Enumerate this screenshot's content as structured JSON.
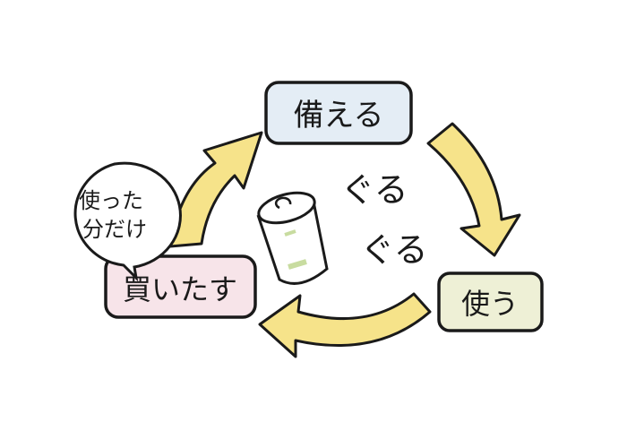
{
  "diagram": {
    "type": "cycle",
    "nodes": [
      {
        "id": "prepare",
        "label": "備える",
        "color": "#e4edf5"
      },
      {
        "id": "use",
        "label": "使う",
        "color": "#eef0d6"
      },
      {
        "id": "restock",
        "label": "買いたす",
        "color": "#f7e4e9"
      }
    ],
    "speech_bubble": {
      "line1": "使った",
      "line2": "分だけ"
    },
    "center_text": {
      "line1": "ぐる",
      "line2": "ぐる"
    },
    "arrow_color": "#f6e38a",
    "icon": "can-icon"
  }
}
